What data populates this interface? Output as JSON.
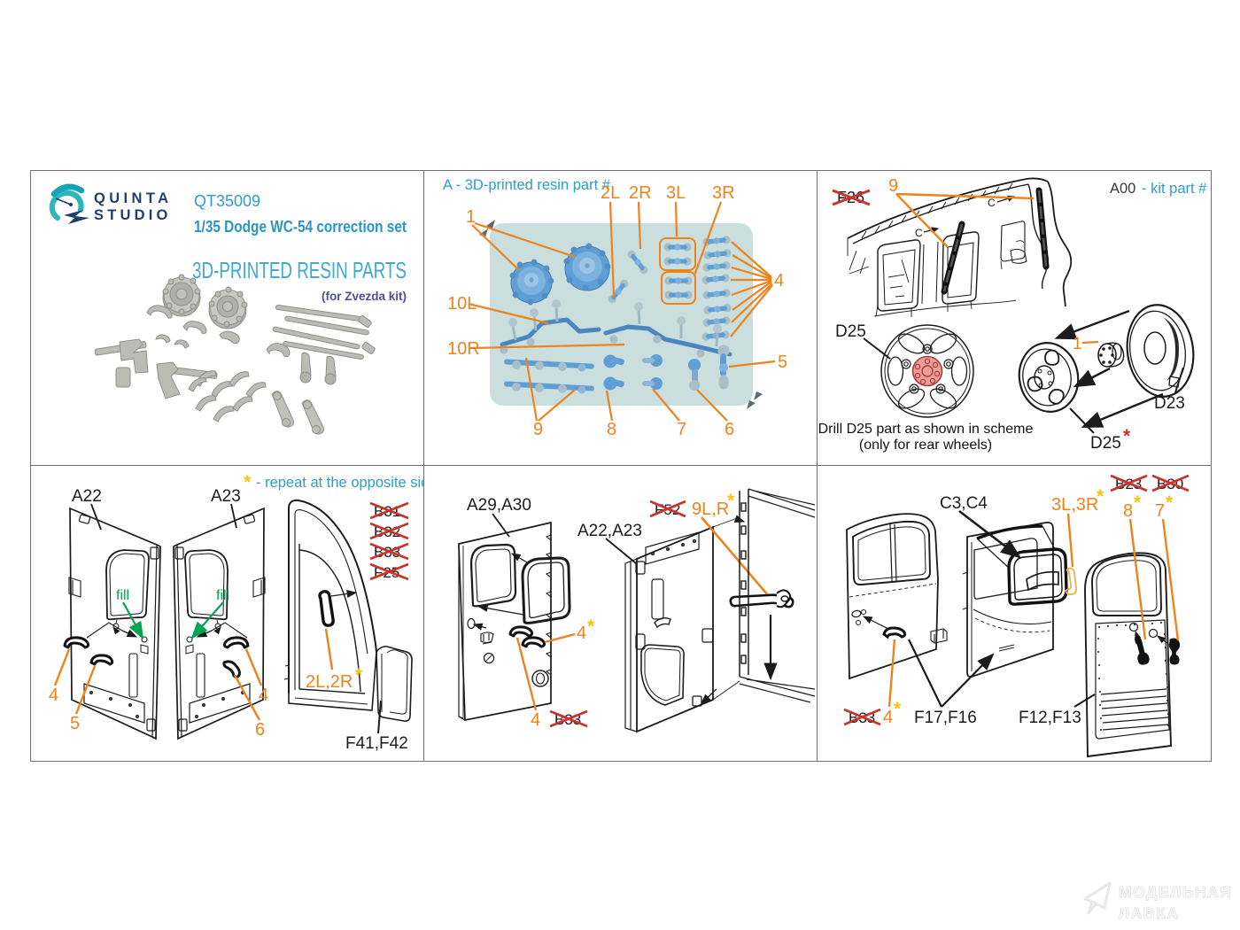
{
  "page": {
    "background": "#ffffff"
  },
  "colors": {
    "accent_cyan": "#2e9dc8",
    "brand_navy": "#1e3e6c",
    "note_purple": "#4c4c9d",
    "callout_orange": "#ee831c",
    "star_yellow": "#ffc010",
    "fill_green": "#00a551",
    "cross_red": "#c8342c",
    "ink_black": "#1b1b1b",
    "plate_teal": "#c9dedd",
    "part_blue": "#5f9fd6",
    "hub_pink": "#eb9f97",
    "resin_gray": "#b9b9b3"
  },
  "brand": {
    "name_line1": "QUINTA",
    "name_line2": "STUDIO",
    "product_code": "QT35009",
    "title": "1/35 Dodge WC-54 correction set",
    "subtitle": "3D-PRINTED RESIN PARTS",
    "kit_note": "(for Zvezda kit)"
  },
  "sprue_panel": {
    "legend": "A - 3D-printed resin part #",
    "callouts": {
      "c1": "1",
      "c2l": "2L",
      "c2r": "2R",
      "c3l": "3L",
      "c3r": "3R",
      "c4": "4",
      "c5": "5",
      "c6": "6",
      "c7": "7",
      "c8": "8",
      "c9": "9",
      "c10l": "10L",
      "c10r": "10R"
    }
  },
  "cab_panel": {
    "crossed_f26": "F26",
    "callout_9": "9",
    "legend_code": "A00",
    "legend_note": "- kit part #",
    "marker_c1": "C",
    "marker_c2": "C",
    "wheel_label": "D25",
    "drill_note_line1": "Drill D25 part as shown in scheme",
    "drill_note_line2": "(only for rear wheels)",
    "hubcap_callout": "1",
    "drum_label": "D23",
    "face_label": "D25",
    "face_asterisk": "*"
  },
  "rear_doors_panel": {
    "door_left_label": "A22",
    "door_right_label": "A23",
    "repeat_star": "*",
    "repeat_note": "- repeat at the opposite side",
    "crossed_1": "B31",
    "crossed_2": "B32",
    "crossed_3": "B33",
    "crossed_4": "F25",
    "fill_left": "fill",
    "fill_right": "fill",
    "callout_4_left": "4",
    "callout_5": "5",
    "callout_6": "6",
    "callout_4_right": "4",
    "handle_label": "2L,2R",
    "handle_star": "*",
    "frame_label": "F41,F42"
  },
  "mid_doors_panel": {
    "panel_label": "A29,A30",
    "door_label": "A22,A23",
    "crossed_f52": "F52",
    "latch_label": "9L,R",
    "latch_star": "*",
    "callout_4s": "4",
    "callout_4s_star": "*",
    "callout_4": "4",
    "crossed_b33": "B33"
  },
  "front_doors_panel": {
    "frame_label": "C3,C4",
    "seal_label": "3L,3R",
    "seal_star": "*",
    "crossed_b23": "B23",
    "crossed_b30": "B30",
    "crank_8": "8",
    "crank_8_star": "*",
    "crank_7": "7",
    "crank_7_star": "*",
    "crossed_b33": "B33",
    "callout_4": "4",
    "callout_4_star": "*",
    "regulator_label": "F17,F16",
    "inner_panel_label": "F12,F13"
  },
  "watermark": {
    "line1": "МОДЕЛЬНАЯ",
    "line2": "ЛАВКА"
  }
}
